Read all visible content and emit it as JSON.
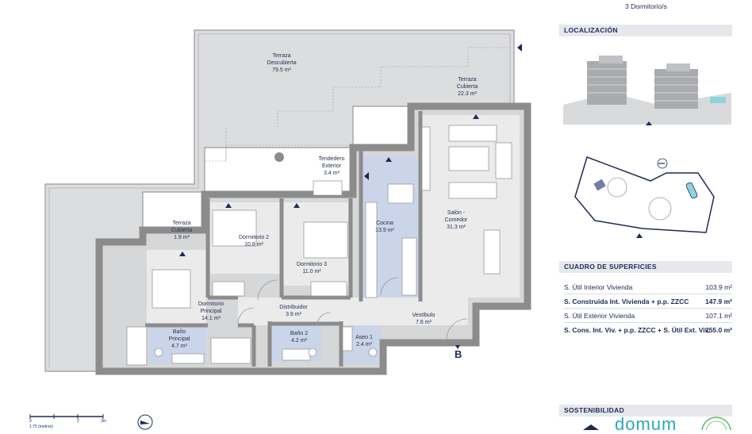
{
  "header": {
    "bedrooms_label": "3 Dormitorio/s"
  },
  "rooms": [
    {
      "name": "Terraza\nDescubierta",
      "area": "79.5 m²"
    },
    {
      "name": "Terraza\nCubierta",
      "area": "22.3 m²"
    },
    {
      "name": "Tendedero\nExterior",
      "area": "3.4 m²"
    },
    {
      "name": "Cocina",
      "area": "13.9 m²"
    },
    {
      "name": "Salón -\nComedor",
      "area": "31.3 m²"
    },
    {
      "name": "Terraza\nCubierta",
      "area": "1.9 m²"
    },
    {
      "name": "Dormitorio 2",
      "area": "10.8 m²"
    },
    {
      "name": "Dormitorio 3",
      "area": "11.0 m²"
    },
    {
      "name": "Dormitorio\nPrincipal",
      "area": "14.1 m²"
    },
    {
      "name": "Distribuidor",
      "area": "3.9 m²"
    },
    {
      "name": "Vestíbulo",
      "area": "7.6 m²"
    },
    {
      "name": "Baño\nPrincipal",
      "area": "4.7 m²"
    },
    {
      "name": "Baño 2",
      "area": "4.2 m²"
    },
    {
      "name": "Aseo 1",
      "area": "2.4 m²"
    }
  ],
  "plan": {
    "entrance_marker": "B",
    "scale_ticks": [
      "0",
      "2",
      "3m"
    ],
    "scale_label": "1:75 (metros)"
  },
  "panel": {
    "location_title": "LOCALIZACIÓN",
    "surfaces_title": "CUADRO DE SUPERFICIES",
    "surfaces": [
      {
        "label": "S. Útil Interior Vivienda",
        "value": "103.9 m²",
        "bold": false
      },
      {
        "label": "S. Construida Int. Vivienda + p.p. ZZCC",
        "value": "147.9 m²",
        "bold": true
      },
      {
        "label": "S. Útil Exterior Vivienda",
        "value": "107.1 m²",
        "bold": false
      },
      {
        "label": "S. Cons. Int. Viv. + p.p. ZZCC + S. Útil Ext. Viv.",
        "value": "255.0 m²",
        "bold": true
      }
    ],
    "sustainability_title": "SOSTENIBILIDAD",
    "brand_logo_text": "domum"
  },
  "colors": {
    "wall": "#8c8c8c",
    "floor": "#d6d7d9",
    "terrace": "#dcdddf",
    "highlight": "#cbd5ea",
    "accent": "#1e2a55"
  }
}
